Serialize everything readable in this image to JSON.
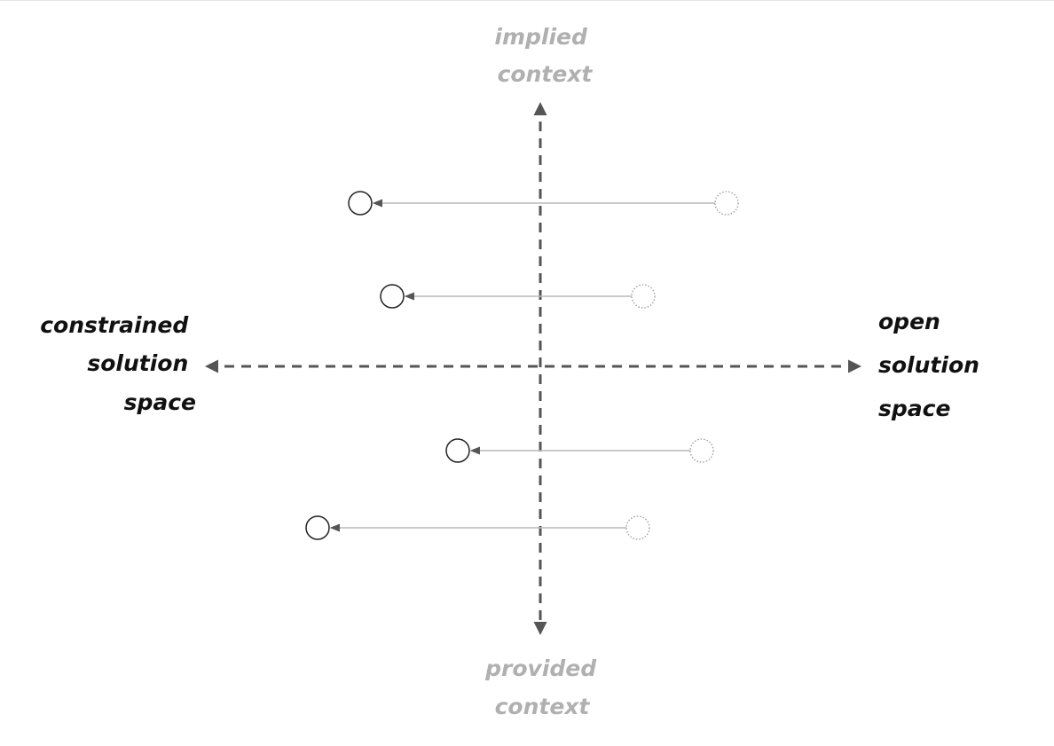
{
  "diagram": {
    "top_label": [
      "implied",
      "context"
    ],
    "bottom_label": [
      "provided",
      "context"
    ],
    "left_label": [
      "constrained",
      "solution",
      "space"
    ],
    "right_label": [
      "open",
      "solution",
      "space"
    ],
    "colors": {
      "axis": "#555555",
      "vertical_label": "#b0b0b0",
      "horizontal_label": "#111111",
      "shift_line": "#b8b8b8",
      "origin_circle": "#9a9a9a",
      "target_circle": "#222222"
    },
    "shifts": [
      {
        "from": "right",
        "to": "left"
      },
      {
        "from": "right",
        "to": "left"
      },
      {
        "from": "right",
        "to": "left"
      },
      {
        "from": "right",
        "to": "left"
      }
    ]
  }
}
